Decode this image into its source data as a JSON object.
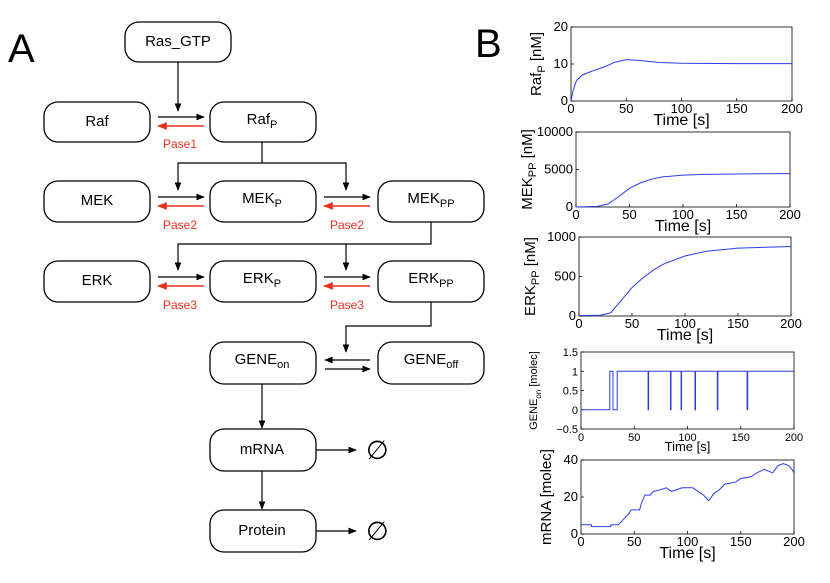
{
  "panels": {
    "a": "A",
    "b": "B"
  },
  "diagram": {
    "ras_gtp": "Ras_GTP",
    "raf": "Raf",
    "raf_p": {
      "base": "Raf",
      "sub": "P"
    },
    "mek": "MEK",
    "mek_p": {
      "base": "MEK",
      "sub": "P"
    },
    "mek_pp": {
      "base": "MEK",
      "sub": "PP"
    },
    "erk": "ERK",
    "erk_p": {
      "base": "ERK",
      "sub": "P"
    },
    "erk_pp": {
      "base": "ERK",
      "sub": "PP"
    },
    "gene_on": {
      "base": "GENE",
      "sub": "on"
    },
    "gene_off": {
      "base": "GENE",
      "sub": "off"
    },
    "mrna": "mRNA",
    "protein": "Protein",
    "empty_set": "∅",
    "phosphatases": {
      "pase1": "Pase1",
      "pase2a": "Pase2",
      "pase2b": "Pase2",
      "pase3a": "Pase3",
      "pase3b": "Pase3"
    },
    "colors": {
      "activation": "#000000",
      "phosphatase": "#e8321e"
    }
  },
  "chart_data": [
    {
      "type": "line",
      "xlabel": "Time [s]",
      "ylabel": {
        "base": "Raf",
        "sub": "P",
        "unit": " [nM]"
      },
      "xlim": [
        0,
        200
      ],
      "ylim": [
        0,
        20
      ],
      "xticks": [
        0,
        50,
        100,
        150,
        200
      ],
      "yticks": [
        0,
        10,
        20
      ],
      "color": "#2a3cf0",
      "x": [
        0,
        2,
        5,
        10,
        15,
        20,
        30,
        40,
        50,
        60,
        70,
        80,
        100,
        150,
        200
      ],
      "y": [
        0,
        3,
        5.5,
        7,
        7.6,
        8.2,
        9.2,
        10.5,
        11.2,
        11,
        10.7,
        10.4,
        10.2,
        10.1,
        10.1
      ]
    },
    {
      "type": "line",
      "xlabel": "Time [s]",
      "ylabel": {
        "base": "MEK",
        "sub": "PP",
        "unit": " [nM]"
      },
      "xlim": [
        0,
        200
      ],
      "ylim": [
        0,
        10000
      ],
      "xticks": [
        0,
        50,
        100,
        150,
        200
      ],
      "yticks": [
        0,
        5000,
        10000
      ],
      "color": "#2a3cf0",
      "x": [
        0,
        20,
        30,
        40,
        50,
        60,
        70,
        80,
        100,
        120,
        150,
        200
      ],
      "y": [
        0,
        80,
        400,
        1400,
        2500,
        3200,
        3700,
        4000,
        4250,
        4350,
        4400,
        4450
      ]
    },
    {
      "type": "line",
      "xlabel": "Time [s]",
      "ylabel": {
        "base": "ERK",
        "sub": "PP",
        "unit": " [nM]"
      },
      "xlim": [
        0,
        200
      ],
      "ylim": [
        0,
        1000
      ],
      "xticks": [
        0,
        50,
        100,
        150,
        200
      ],
      "yticks": [
        0,
        500,
        1000
      ],
      "color": "#2a3cf0",
      "x": [
        0,
        20,
        30,
        40,
        50,
        60,
        70,
        80,
        100,
        120,
        150,
        200
      ],
      "y": [
        5,
        10,
        40,
        200,
        360,
        480,
        580,
        660,
        760,
        820,
        860,
        880
      ]
    },
    {
      "type": "line",
      "xlabel": "Time [s]",
      "ylabel": {
        "base": "GENE",
        "sub": "on",
        "unit": " [molec]"
      },
      "xlim": [
        0,
        200
      ],
      "ylim": [
        -0.5,
        1.5
      ],
      "xticks": [
        0,
        50,
        100,
        150,
        200
      ],
      "yticks": [
        -0.5,
        0,
        0.5,
        1,
        1.5
      ],
      "color": "#2a3cf0",
      "x": [
        0,
        27,
        27,
        30,
        30,
        34,
        34,
        63,
        63,
        63.5,
        63.5,
        84,
        84,
        84.5,
        84.5,
        94,
        94,
        94.5,
        94.5,
        107,
        107,
        107.5,
        107.5,
        128,
        128,
        128.5,
        128.5,
        156,
        156,
        156.5,
        156.5,
        200
      ],
      "y": [
        0,
        0,
        1,
        1,
        0,
        0,
        1,
        1,
        0,
        0,
        1,
        1,
        0,
        0,
        1,
        1,
        0,
        0,
        1,
        1,
        0,
        0,
        1,
        1,
        0,
        0,
        1,
        1,
        0,
        0,
        1,
        1
      ]
    },
    {
      "type": "line",
      "xlabel": "Time [s]",
      "ylabel": {
        "base": "mRNA",
        "sub": "",
        "unit": " [molec]"
      },
      "xlim": [
        0,
        200
      ],
      "ylim": [
        0,
        40
      ],
      "xticks": [
        0,
        50,
        100,
        150,
        200
      ],
      "yticks": [
        0,
        20,
        40
      ],
      "color": "#2a3cf0",
      "x": [
        0,
        10,
        10,
        28,
        28,
        35,
        40,
        45,
        47,
        55,
        57,
        60,
        65,
        68,
        75,
        80,
        85,
        95,
        105,
        110,
        115,
        120,
        125,
        130,
        135,
        145,
        150,
        160,
        165,
        172,
        180,
        185,
        190,
        195,
        198,
        200
      ],
      "y": [
        5,
        5,
        4,
        4,
        5,
        5,
        8,
        11,
        13,
        13,
        17,
        21,
        21,
        23,
        24,
        25,
        23,
        25,
        25,
        23,
        21,
        18,
        22,
        24,
        27,
        28,
        30,
        31,
        33,
        35,
        33,
        37,
        38,
        37,
        35,
        33
      ]
    }
  ]
}
